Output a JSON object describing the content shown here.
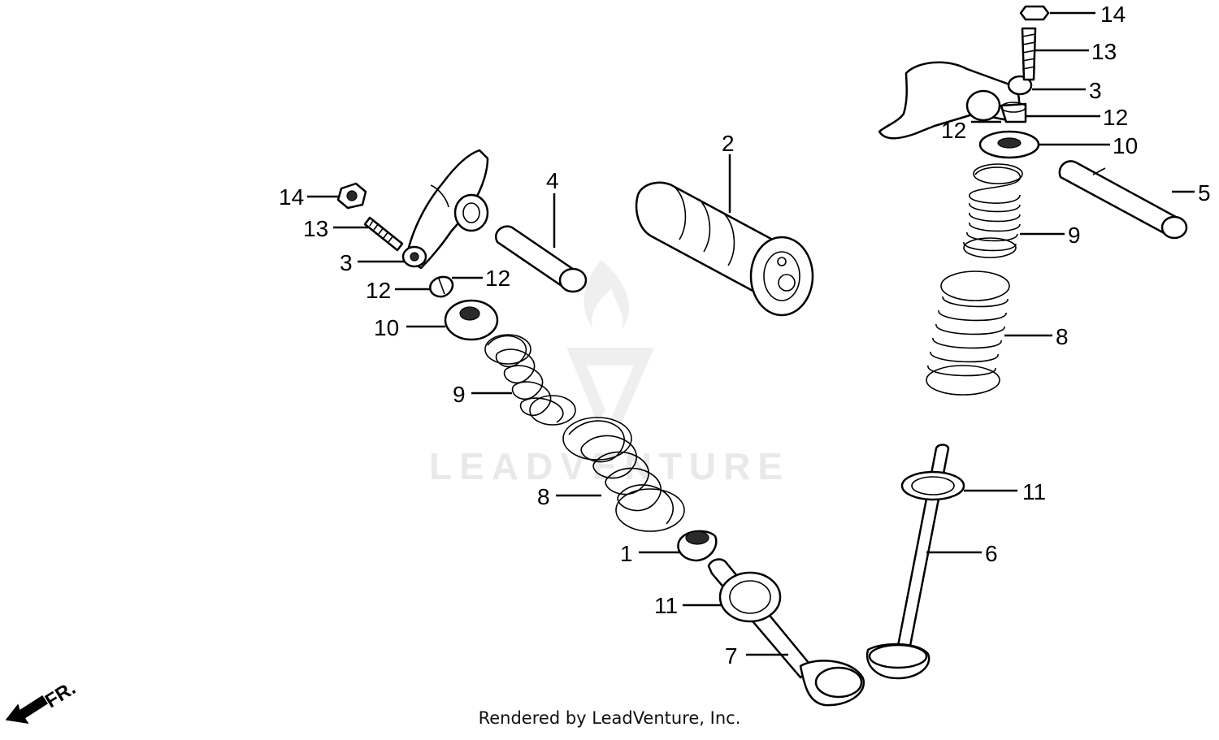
{
  "diagram": {
    "callouts": [
      {
        "id": "c1",
        "label": "1"
      },
      {
        "id": "c2",
        "label": "2"
      },
      {
        "id": "c3a",
        "label": "3"
      },
      {
        "id": "c3b",
        "label": "3"
      },
      {
        "id": "c4",
        "label": "4"
      },
      {
        "id": "c5",
        "label": "5"
      },
      {
        "id": "c6",
        "label": "6"
      },
      {
        "id": "c7",
        "label": "7"
      },
      {
        "id": "c8a",
        "label": "8"
      },
      {
        "id": "c8b",
        "label": "8"
      },
      {
        "id": "c9a",
        "label": "9"
      },
      {
        "id": "c9b",
        "label": "9"
      },
      {
        "id": "c10a",
        "label": "10"
      },
      {
        "id": "c10b",
        "label": "10"
      },
      {
        "id": "c11a",
        "label": "11"
      },
      {
        "id": "c11b",
        "label": "11"
      },
      {
        "id": "c12a",
        "label": "12"
      },
      {
        "id": "c12b",
        "label": "12"
      },
      {
        "id": "c12c",
        "label": "12"
      },
      {
        "id": "c12d",
        "label": "12"
      },
      {
        "id": "c13a",
        "label": "13"
      },
      {
        "id": "c13b",
        "label": "13"
      },
      {
        "id": "c14a",
        "label": "14"
      },
      {
        "id": "c14b",
        "label": "14"
      }
    ],
    "front_marker": "FR.",
    "watermark": "LEADVENTURE",
    "footer": "Rendered by LeadVenture, Inc."
  },
  "colors": {
    "line": "#000000",
    "background": "#ffffff",
    "watermark": "#e9e9e9"
  }
}
